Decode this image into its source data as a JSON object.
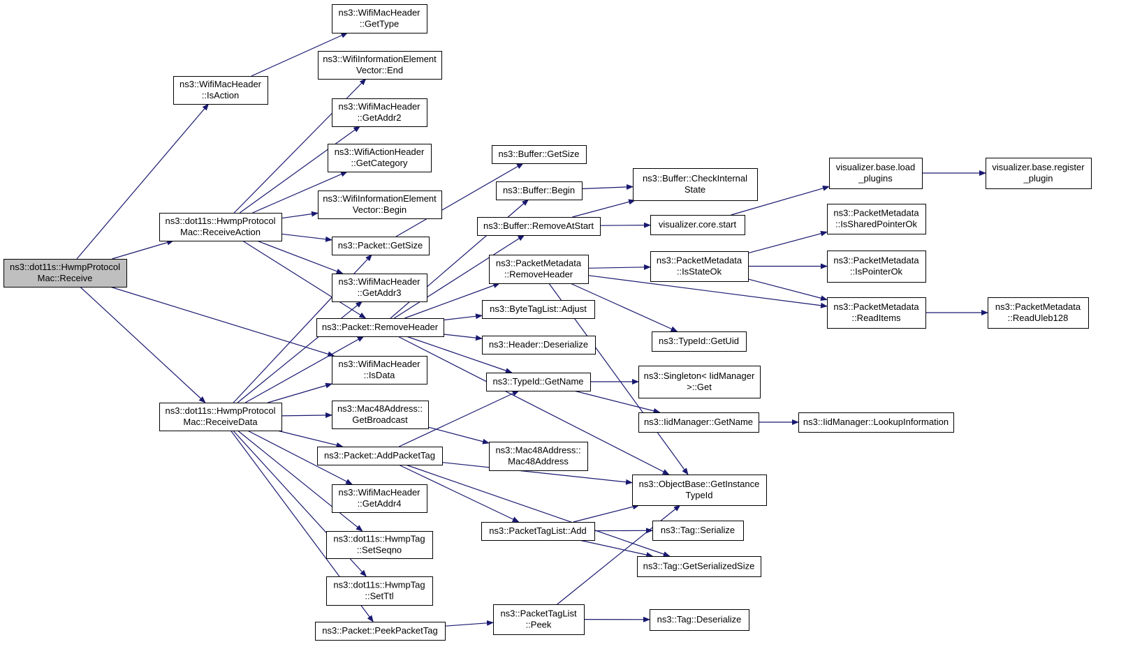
{
  "nodes": [
    {
      "id": "receive",
      "lines": [
        "ns3::dot11s::HwmpProtocol",
        "Mac::Receive"
      ],
      "root": true
    },
    {
      "id": "isAction",
      "lines": [
        "ns3::WifiMacHeader",
        "::IsAction"
      ]
    },
    {
      "id": "receiveAction",
      "lines": [
        "ns3::dot11s::HwmpProtocol",
        "Mac::ReceiveAction"
      ]
    },
    {
      "id": "receiveData",
      "lines": [
        "ns3::dot11s::HwmpProtocol",
        "Mac::ReceiveData"
      ]
    },
    {
      "id": "isData",
      "lines": [
        "ns3::WifiMacHeader",
        "::IsData"
      ]
    },
    {
      "id": "getType",
      "lines": [
        "ns3::WifiMacHeader",
        "::GetType"
      ]
    },
    {
      "id": "iveEnd",
      "lines": [
        "ns3::WifiInformationElement",
        "Vector::End"
      ]
    },
    {
      "id": "getAddr2",
      "lines": [
        "ns3::WifiMacHeader",
        "::GetAddr2"
      ]
    },
    {
      "id": "getCategory",
      "lines": [
        "ns3::WifiActionHeader",
        "::GetCategory"
      ]
    },
    {
      "id": "iveBegin",
      "lines": [
        "ns3::WifiInformationElement",
        "Vector::Begin"
      ]
    },
    {
      "id": "pktGetSize",
      "lines": [
        "ns3::Packet::GetSize"
      ]
    },
    {
      "id": "getAddr3",
      "lines": [
        "ns3::WifiMacHeader",
        "::GetAddr3"
      ]
    },
    {
      "id": "removeHeader",
      "lines": [
        "ns3::Packet::RemoveHeader"
      ]
    },
    {
      "id": "getBroadcast",
      "lines": [
        "ns3::Mac48Address::",
        "GetBroadcast"
      ]
    },
    {
      "id": "addPacketTag",
      "lines": [
        "ns3::Packet::AddPacketTag"
      ]
    },
    {
      "id": "getAddr4",
      "lines": [
        "ns3::WifiMacHeader",
        "::GetAddr4"
      ]
    },
    {
      "id": "setSeqno",
      "lines": [
        "ns3::dot11s::HwmpTag",
        "::SetSeqno"
      ]
    },
    {
      "id": "setTtl",
      "lines": [
        "ns3::dot11s::HwmpTag",
        "::SetTtl"
      ]
    },
    {
      "id": "peekPacketTag",
      "lines": [
        "ns3::Packet::PeekPacketTag"
      ]
    },
    {
      "id": "bufGetSize",
      "lines": [
        "ns3::Buffer::GetSize"
      ]
    },
    {
      "id": "bufBegin",
      "lines": [
        "ns3::Buffer::Begin"
      ]
    },
    {
      "id": "bufRemoveAtStart",
      "lines": [
        "ns3::Buffer::RemoveAtStart"
      ]
    },
    {
      "id": "pmRemoveHeader",
      "lines": [
        "ns3::PacketMetadata",
        "::RemoveHeader"
      ]
    },
    {
      "id": "btlAdjust",
      "lines": [
        "ns3::ByteTagList::Adjust"
      ]
    },
    {
      "id": "hdrDeserialize",
      "lines": [
        "ns3::Header::Deserialize"
      ]
    },
    {
      "id": "typeIdGetName",
      "lines": [
        "ns3::TypeId::GetName"
      ]
    },
    {
      "id": "mac48Address",
      "lines": [
        "ns3::Mac48Address::",
        "Mac48Address"
      ]
    },
    {
      "id": "ptlAdd",
      "lines": [
        "ns3::PacketTagList::Add"
      ]
    },
    {
      "id": "ptlPeek",
      "lines": [
        "ns3::PacketTagList",
        "::Peek"
      ]
    },
    {
      "id": "bufCheckInternal",
      "lines": [
        "ns3::Buffer::CheckInternal",
        "State"
      ]
    },
    {
      "id": "vizCoreStart",
      "lines": [
        "visualizer.core.start"
      ]
    },
    {
      "id": "pmIsStateOk",
      "lines": [
        "ns3::PacketMetadata",
        "::IsStateOk"
      ]
    },
    {
      "id": "typeIdGetUid",
      "lines": [
        "ns3::TypeId::GetUid"
      ]
    },
    {
      "id": "singletonGet",
      "lines": [
        "ns3::Singleton< IidManager",
        ">::Get"
      ]
    },
    {
      "id": "iidGetName",
      "lines": [
        "ns3::IidManager::GetName"
      ]
    },
    {
      "id": "objGetInstanceTypeId",
      "lines": [
        "ns3::ObjectBase::GetInstance",
        "TypeId"
      ]
    },
    {
      "id": "tagSerialize",
      "lines": [
        "ns3::Tag::Serialize"
      ]
    },
    {
      "id": "tagGetSerializedSize",
      "lines": [
        "ns3::Tag::GetSerializedSize"
      ]
    },
    {
      "id": "tagDeserialize",
      "lines": [
        "ns3::Tag::Deserialize"
      ]
    },
    {
      "id": "vizLoadPlugins",
      "lines": [
        "visualizer.base.load",
        "_plugins"
      ]
    },
    {
      "id": "pmIsSharedPointerOk",
      "lines": [
        "ns3::PacketMetadata",
        "::IsSharedPointerOk"
      ]
    },
    {
      "id": "pmIsPointerOk",
      "lines": [
        "ns3::PacketMetadata",
        "::IsPointerOk"
      ]
    },
    {
      "id": "pmReadItems",
      "lines": [
        "ns3::PacketMetadata",
        "::ReadItems"
      ]
    },
    {
      "id": "iidLookupInformation",
      "lines": [
        "ns3::IidManager::LookupInformation"
      ]
    },
    {
      "id": "vizRegisterPlugin",
      "lines": [
        "visualizer.base.register",
        "_plugin"
      ]
    },
    {
      "id": "pmReadUleb128",
      "lines": [
        "ns3::PacketMetadata",
        "::ReadUleb128"
      ]
    }
  ],
  "edges": [
    [
      "receive",
      "isAction"
    ],
    [
      "receive",
      "receiveAction"
    ],
    [
      "receive",
      "receiveData"
    ],
    [
      "receive",
      "isData"
    ],
    [
      "isAction",
      "getType"
    ],
    [
      "receiveAction",
      "iveEnd"
    ],
    [
      "receiveAction",
      "getAddr2"
    ],
    [
      "receiveAction",
      "getCategory"
    ],
    [
      "receiveAction",
      "iveBegin"
    ],
    [
      "receiveAction",
      "pktGetSize"
    ],
    [
      "receiveAction",
      "getAddr3"
    ],
    [
      "receiveAction",
      "removeHeader"
    ],
    [
      "receiveData",
      "pktGetSize"
    ],
    [
      "receiveData",
      "getAddr3"
    ],
    [
      "receiveData",
      "removeHeader"
    ],
    [
      "receiveData",
      "isData"
    ],
    [
      "receiveData",
      "getBroadcast"
    ],
    [
      "receiveData",
      "addPacketTag"
    ],
    [
      "receiveData",
      "getAddr4"
    ],
    [
      "receiveData",
      "setSeqno"
    ],
    [
      "receiveData",
      "setTtl"
    ],
    [
      "receiveData",
      "peekPacketTag"
    ],
    [
      "pktGetSize",
      "bufGetSize"
    ],
    [
      "removeHeader",
      "bufBegin"
    ],
    [
      "removeHeader",
      "bufRemoveAtStart"
    ],
    [
      "removeHeader",
      "pmRemoveHeader"
    ],
    [
      "removeHeader",
      "btlAdjust"
    ],
    [
      "removeHeader",
      "hdrDeserialize"
    ],
    [
      "removeHeader",
      "typeIdGetName"
    ],
    [
      "removeHeader",
      "objGetInstanceTypeId"
    ],
    [
      "getBroadcast",
      "mac48Address"
    ],
    [
      "addPacketTag",
      "typeIdGetName"
    ],
    [
      "addPacketTag",
      "ptlAdd"
    ],
    [
      "addPacketTag",
      "objGetInstanceTypeId"
    ],
    [
      "addPacketTag",
      "tagGetSerializedSize"
    ],
    [
      "peekPacketTag",
      "ptlPeek"
    ],
    [
      "bufBegin",
      "bufCheckInternal"
    ],
    [
      "bufRemoveAtStart",
      "bufCheckInternal"
    ],
    [
      "bufRemoveAtStart",
      "vizCoreStart"
    ],
    [
      "pmRemoveHeader",
      "pmIsStateOk"
    ],
    [
      "pmRemoveHeader",
      "pmReadItems"
    ],
    [
      "pmRemoveHeader",
      "typeIdGetUid"
    ],
    [
      "pmRemoveHeader",
      "objGetInstanceTypeId"
    ],
    [
      "typeIdGetName",
      "singletonGet"
    ],
    [
      "typeIdGetName",
      "iidGetName"
    ],
    [
      "ptlAdd",
      "objGetInstanceTypeId"
    ],
    [
      "ptlAdd",
      "tagSerialize"
    ],
    [
      "ptlAdd",
      "tagGetSerializedSize"
    ],
    [
      "ptlPeek",
      "objGetInstanceTypeId"
    ],
    [
      "ptlPeek",
      "tagDeserialize"
    ],
    [
      "vizCoreStart",
      "vizLoadPlugins"
    ],
    [
      "pmIsStateOk",
      "pmIsSharedPointerOk"
    ],
    [
      "pmIsStateOk",
      "pmIsPointerOk"
    ],
    [
      "pmIsStateOk",
      "pmReadItems"
    ],
    [
      "iidGetName",
      "iidLookupInformation"
    ],
    [
      "vizLoadPlugins",
      "vizRegisterPlugin"
    ],
    [
      "pmReadItems",
      "pmReadUleb128"
    ]
  ]
}
